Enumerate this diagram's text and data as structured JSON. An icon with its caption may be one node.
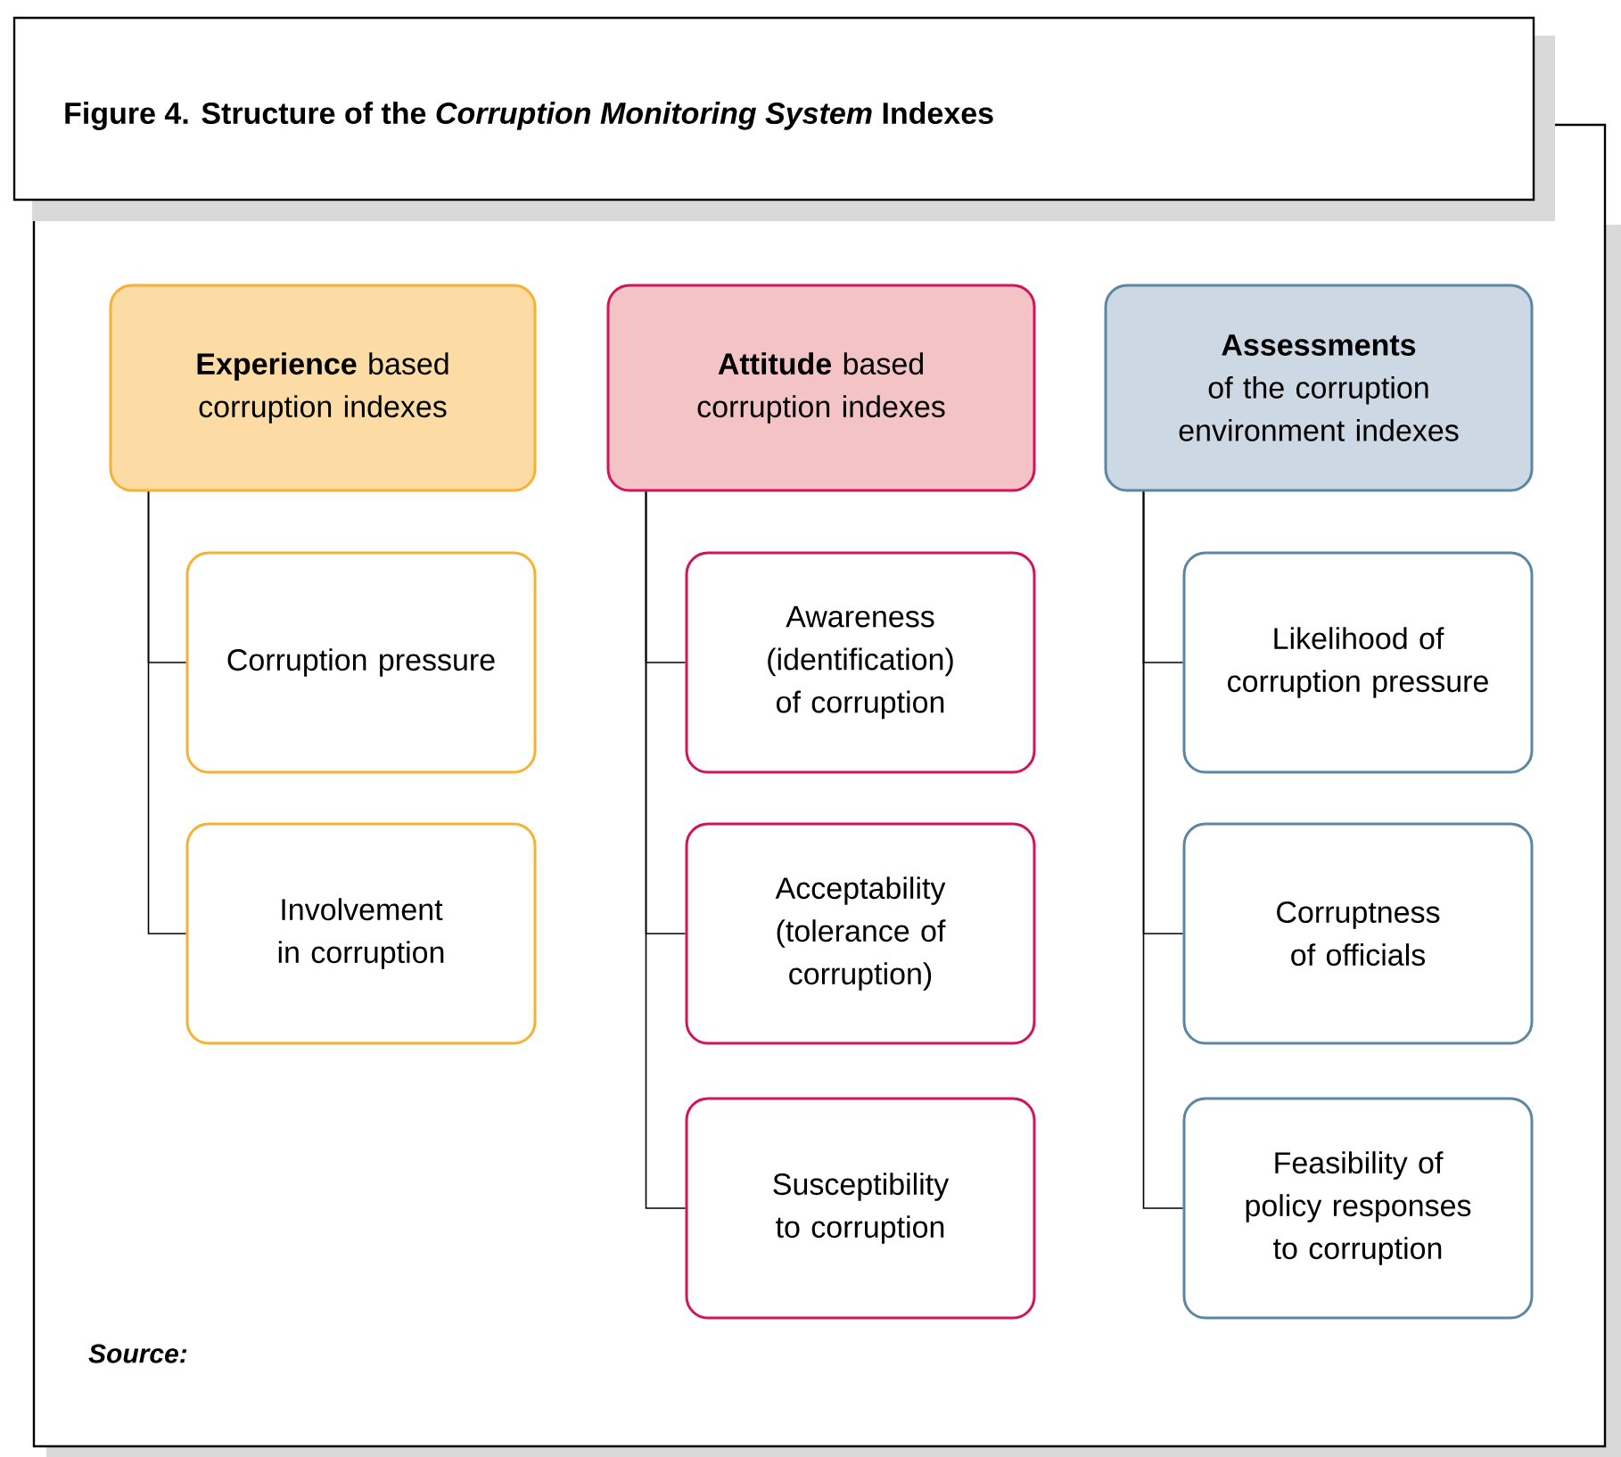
{
  "diagram": {
    "title": "Figure 4.  Structure of the *Corruption Monitoring System* Indexes",
    "nodes": [
      {
        "text": [
          "**Experience** based corruption indexes"
        ]
      },
      {
        "text": [
          "Corruption pressure"
        ]
      },
      {
        "text": [
          "Involvement in corruption"
        ]
      },
      {
        "text": [
          "**Attitude** based corruption indexes"
        ]
      },
      {
        "text": [
          "Awareness (identification) of corruption"
        ]
      },
      {
        "text": [
          "Acceptability (tolerance of corruption)"
        ]
      },
      {
        "text": [
          "Susceptibility to corruption"
        ]
      },
      {
        "text": [
          "**Assessments** of the corruption environment indexes"
        ]
      },
      {
        "text": [
          "Likelihood of corruption pressure"
        ]
      },
      {
        "text": [
          "Corruptness of officials"
        ]
      },
      {
        "text": [
          "Feasibility of policy responses to corruption"
        ]
      }
    ],
    "edges": [
      {
        "from": 0,
        "to": 1,
        "arrow": "none"
      },
      {
        "from": 0,
        "to": 2,
        "arrow": "none"
      },
      {
        "from": 3,
        "to": 4,
        "arrow": "none"
      },
      {
        "from": 3,
        "to": 5,
        "arrow": "none"
      },
      {
        "from": 3,
        "to": 6,
        "arrow": "none"
      },
      {
        "from": 7,
        "to": 8,
        "arrow": "none"
      },
      {
        "from": 7,
        "to": 9,
        "arrow": "none"
      },
      {
        "from": 7,
        "to": 10,
        "arrow": "none"
      }
    ],
    "labels": [
      "Source:"
    ]
  }
}
